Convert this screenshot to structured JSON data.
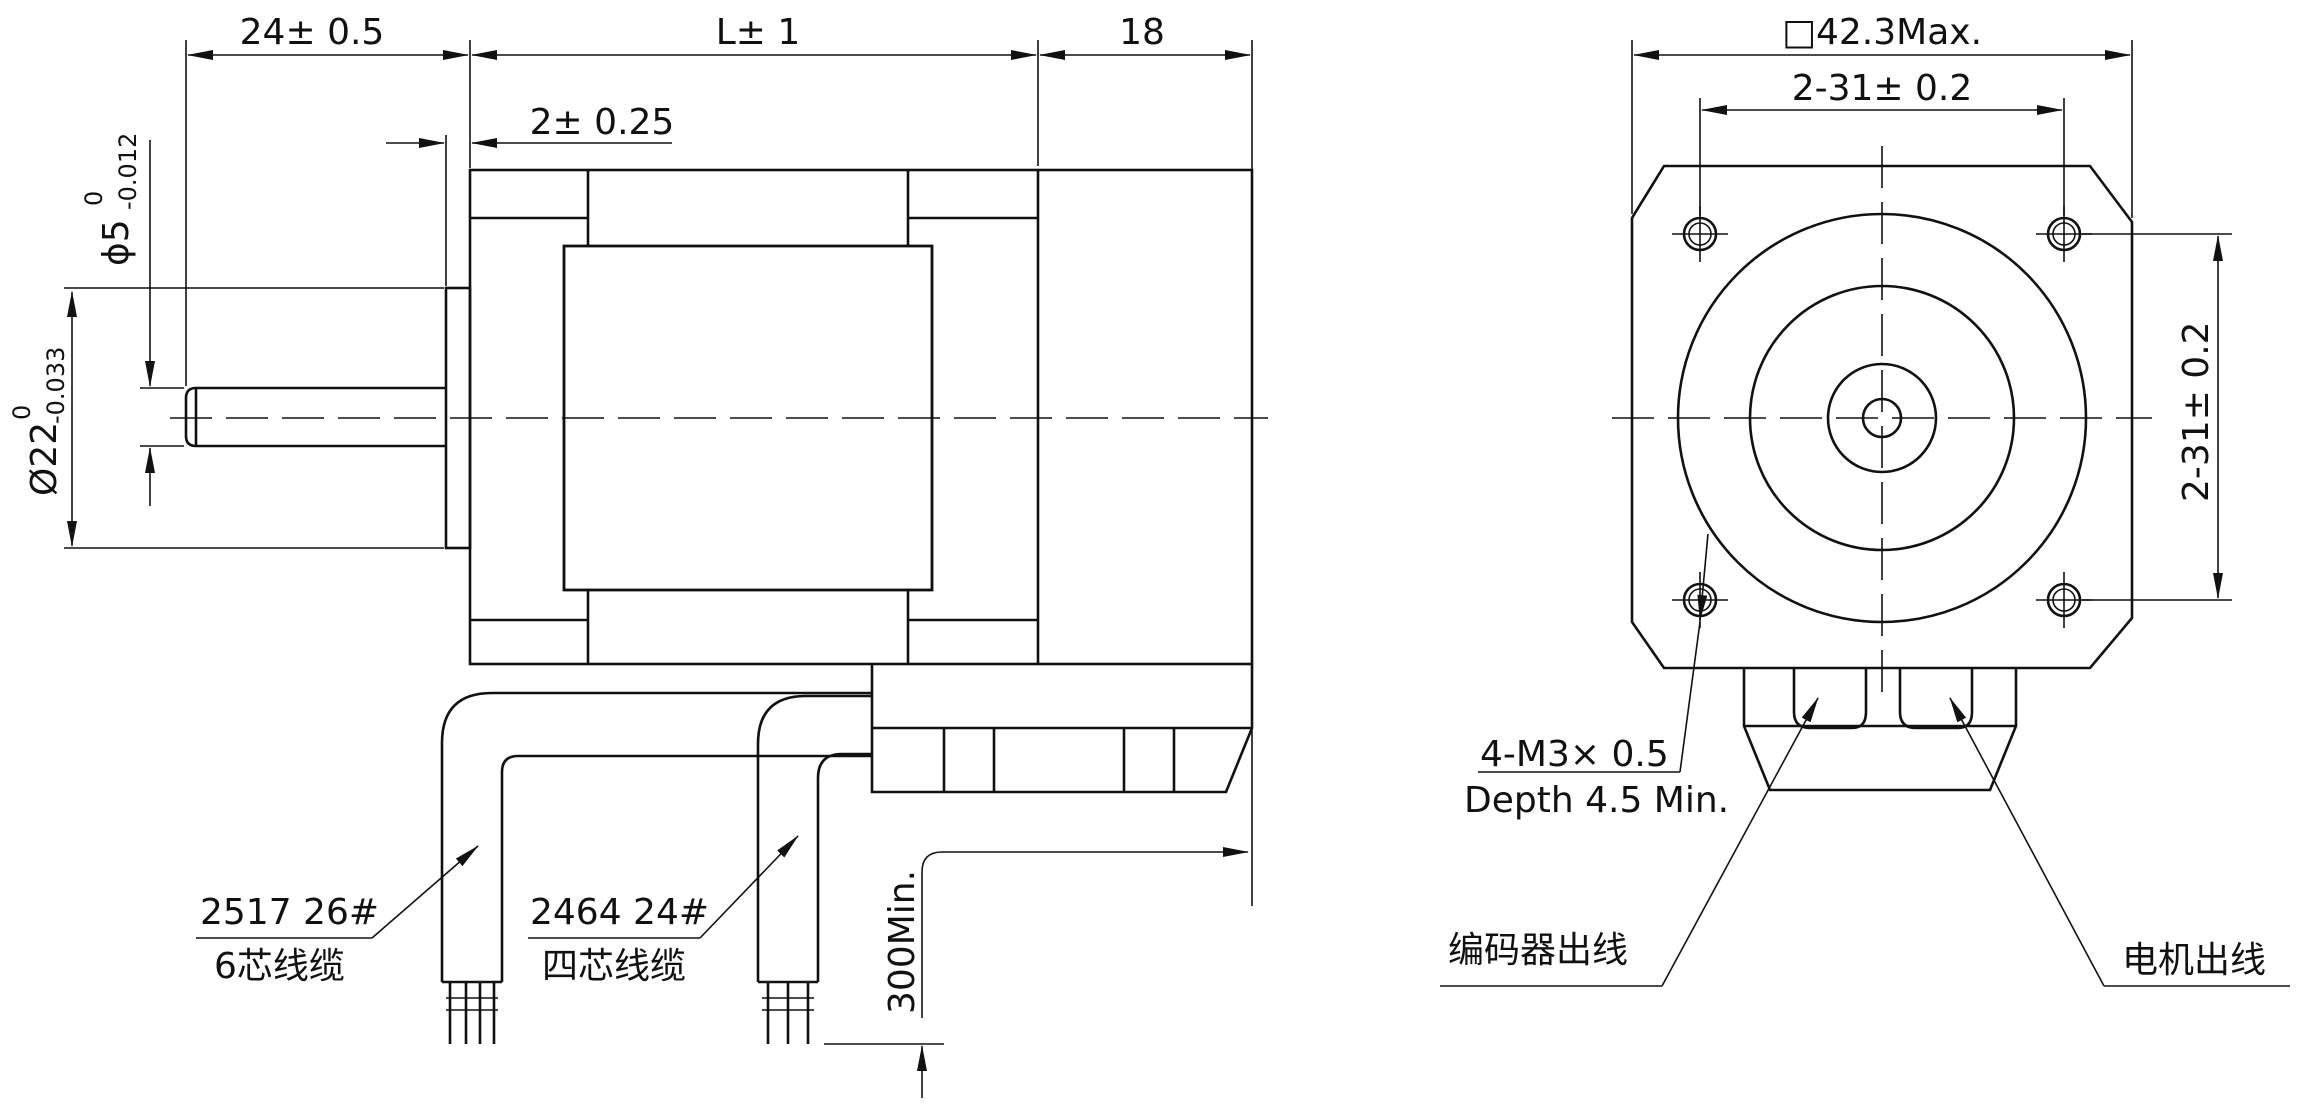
{
  "side_view": {
    "dim_shaft_length": "24± 0.5",
    "dim_body_length": "L± 1",
    "dim_rear_length": "18",
    "dim_flange": "2± 0.25",
    "dim_shaft_dia": "ϕ5",
    "dim_shaft_dia_upper": "0",
    "dim_shaft_dia_lower": "-0.012",
    "dim_boss_dia": "Ø22",
    "dim_boss_dia_upper": "0",
    "dim_boss_dia_lower": "-0.033",
    "cable1_spec": "2517 26#",
    "cable1_desc": "6芯线缆",
    "cable2_spec": "2464 24#",
    "cable2_desc": "四芯线缆",
    "lead_length": "300Min."
  },
  "front_view": {
    "dim_square": "□42.3Max.",
    "dim_hole_h": "2-31± 0.2",
    "dim_hole_v": "2-31± 0.2",
    "thread_spec": "4-M3× 0.5",
    "thread_depth": "Depth 4.5 Min.",
    "encoder_outlet": "编码器出线",
    "motor_outlet": "电机出线"
  }
}
